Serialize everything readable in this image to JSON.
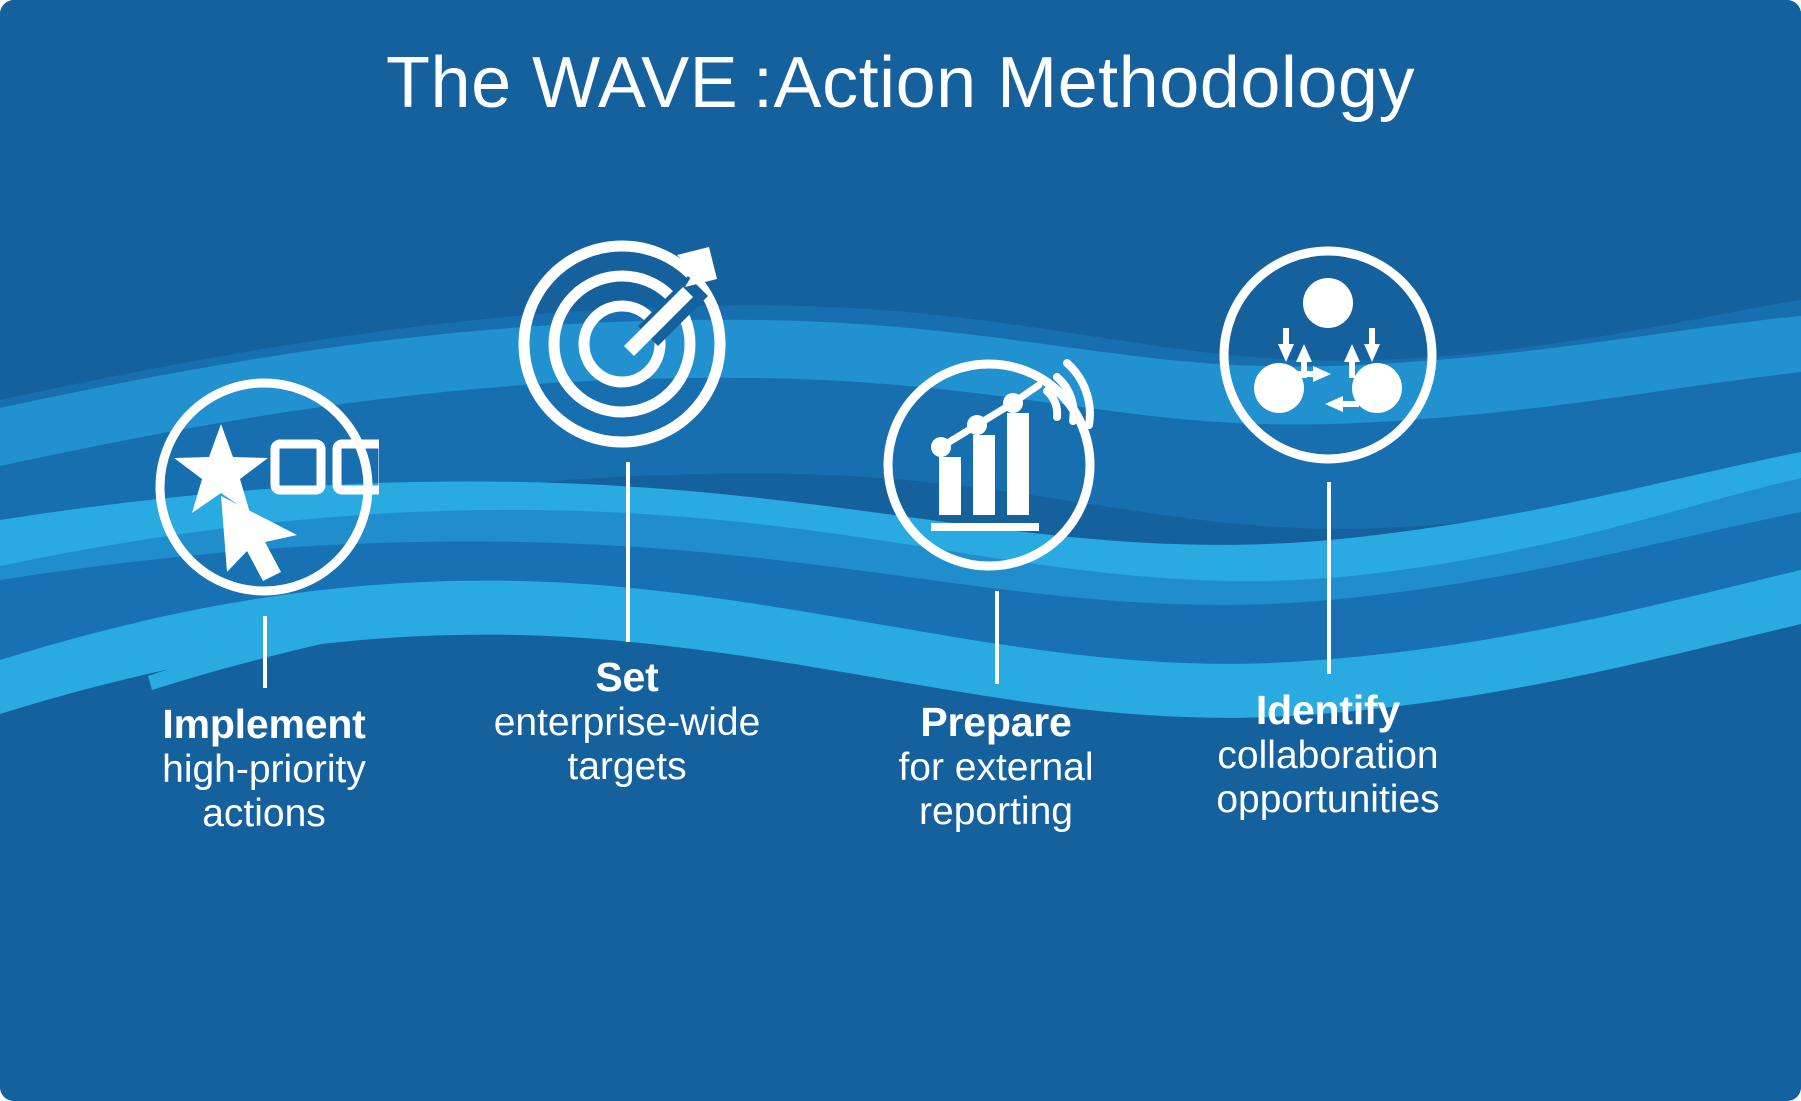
{
  "title": "The WAVE :Action Methodology",
  "colors": {
    "background": "#15619e",
    "wave_light": "#29abe2",
    "wave_mid": "#1b7cbf",
    "text": "#ffffff"
  },
  "steps": [
    {
      "id": "implement",
      "icon": "star-squares-cursor-icon",
      "lead": "Implement",
      "rest": "high-priority\nactions",
      "rest_lines": [
        "high-priority",
        "actions"
      ]
    },
    {
      "id": "set",
      "icon": "target-arrow-icon",
      "lead": "Set",
      "rest": "enterprise-wide\ntargets",
      "rest_lines": [
        "enterprise-wide",
        "targets"
      ]
    },
    {
      "id": "prepare",
      "icon": "bar-chart-signal-icon",
      "lead": "Prepare",
      "rest": "for external\nreporting",
      "rest_lines": [
        "for external",
        "reporting"
      ]
    },
    {
      "id": "identify",
      "icon": "collaboration-network-icon",
      "lead": "Identify",
      "rest": "collaboration\nopportunities",
      "rest_lines": [
        "collaboration",
        "opportunities"
      ]
    }
  ]
}
